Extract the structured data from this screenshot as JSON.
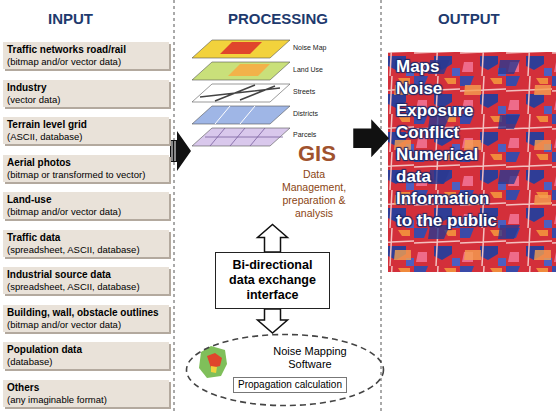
{
  "diagram": {
    "nodes": [
      {
        "text": [
          "Traffic networks road/rail",
          "(bitmap and/or vector data)"
        ]
      },
      {
        "text": [
          "Industry",
          "(vector data)"
        ]
      },
      {
        "text": [
          "Terrain level grid",
          "(ASCII, database)"
        ]
      },
      {
        "text": [
          "Aerial photos",
          "(bitmap or transformed to vector)"
        ]
      },
      {
        "text": [
          "Land-use",
          "(bitmap and/or vector data)"
        ]
      },
      {
        "text": [
          "Traffic data",
          "(spreadsheet, ASCII, database)"
        ]
      },
      {
        "text": [
          "Industrial source data",
          "(spreadsheet, ASCII, database)"
        ]
      },
      {
        "text": [
          "Building, wall, obstacle outlines",
          "(bitmap and/or vector data)"
        ]
      },
      {
        "text": [
          "Population data",
          "(database)"
        ]
      },
      {
        "text": [
          "Others",
          "(any imaginable format)"
        ]
      },
      {
        "text": [
          "GIS",
          "Data Management, preparation & analysis"
        ]
      },
      {
        "text": [
          "Bi-directional data exchange interface"
        ]
      },
      {
        "text": [
          "Noise Mapping Software"
        ]
      },
      {
        "text": [
          "Propagation calculation"
        ],
        "in": 12
      },
      {
        "text": [
          "Maps",
          "Noise",
          "Exposure",
          "Conflict",
          "Numerical data",
          "Information to the public"
        ]
      }
    ],
    "edges": [
      {
        "from": 11,
        "to": 10,
        "arrow": "to"
      },
      {
        "from": 11,
        "to": 12,
        "arrow": "to"
      },
      {
        "from": 10,
        "to": 14,
        "arrow": "to"
      }
    ],
    "labels": [
      "INPUT",
      "PROCESSING",
      "OUTPUT",
      "Noise Map",
      "Land Use",
      "Streets",
      "Districts",
      "Parcels"
    ]
  }
}
